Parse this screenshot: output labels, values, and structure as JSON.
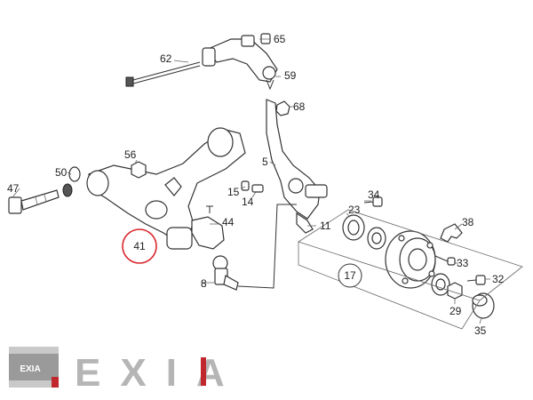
{
  "labels": {
    "l62": "62",
    "l65": "65",
    "l59": "59",
    "l68": "68",
    "l56": "56",
    "l5": "5",
    "l50": "50",
    "l47": "47",
    "l15": "15",
    "l14": "14",
    "l34": "34",
    "l23": "23",
    "l44": "44",
    "l11": "11",
    "l38": "38",
    "l41": "41",
    "l17": "17",
    "l33": "33",
    "l8": "8",
    "l32": "32",
    "l29": "29",
    "l35": "35"
  },
  "highlight": {
    "part": "41",
    "color": "#d9262c"
  },
  "logo": {
    "text": "EXIA",
    "badge": "EXIA",
    "accent": "#c0282e"
  }
}
